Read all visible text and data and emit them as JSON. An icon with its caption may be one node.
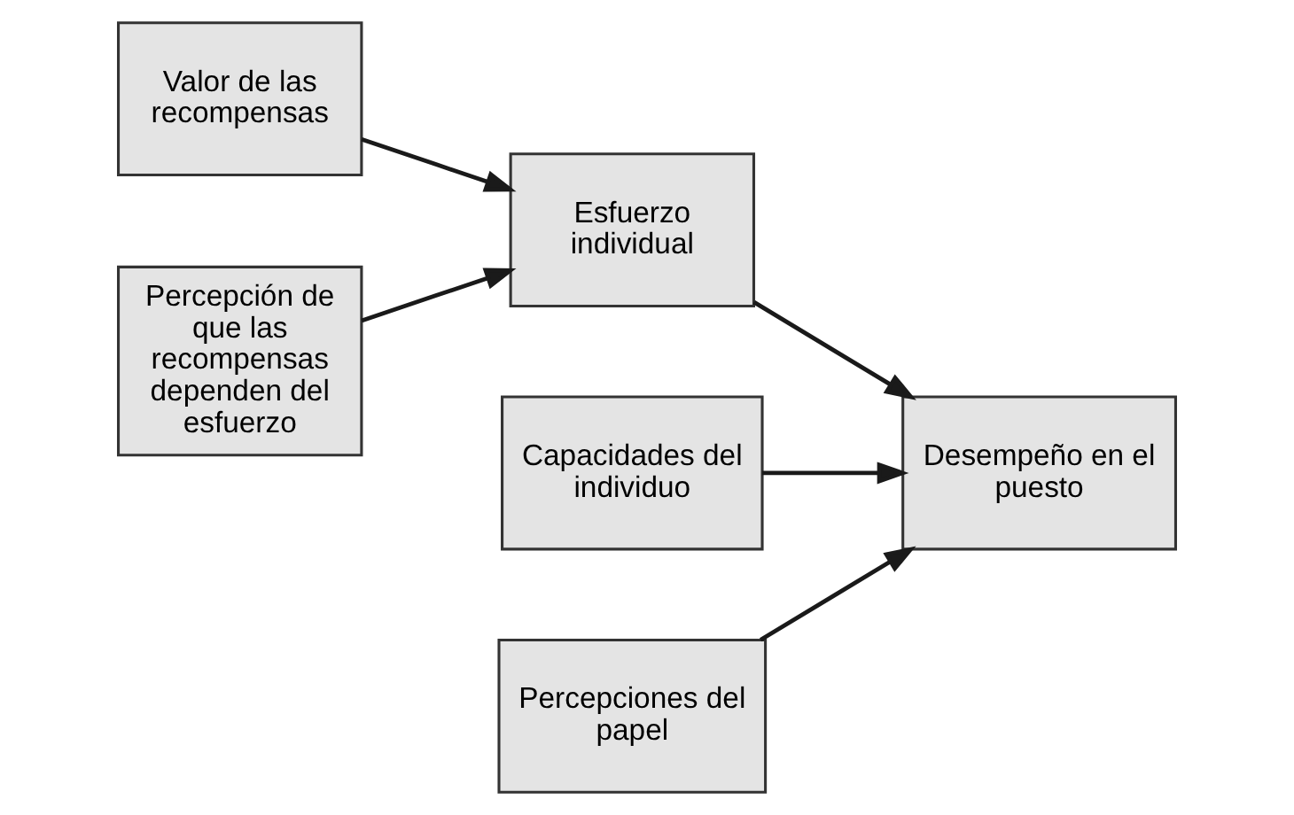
{
  "diagram": {
    "nodes": [
      {
        "text": [
          "Valor de las recompensas"
        ]
      },
      {
        "text": [
          "Capacidades del individuo"
        ]
      },
      {
        "text": [
          "Esfuerzo individual"
        ]
      },
      {
        "text": [
          "Desempeño en el puesto"
        ]
      },
      {
        "text": [
          "Percepción de que las recompensas dependen del esfuerzo"
        ]
      },
      {
        "text": [
          "Percepciones del papel"
        ]
      }
    ],
    "edges": [
      {
        "from": 0,
        "to": 2,
        "arrow": "to"
      },
      {
        "from": 4,
        "to": 2,
        "arrow": "to"
      },
      {
        "from": 2,
        "to": 3,
        "arrow": "to"
      },
      {
        "from": 1,
        "to": 3,
        "arrow": "to"
      },
      {
        "from": 5,
        "to": 3,
        "arrow": "to"
      }
    ]
  }
}
